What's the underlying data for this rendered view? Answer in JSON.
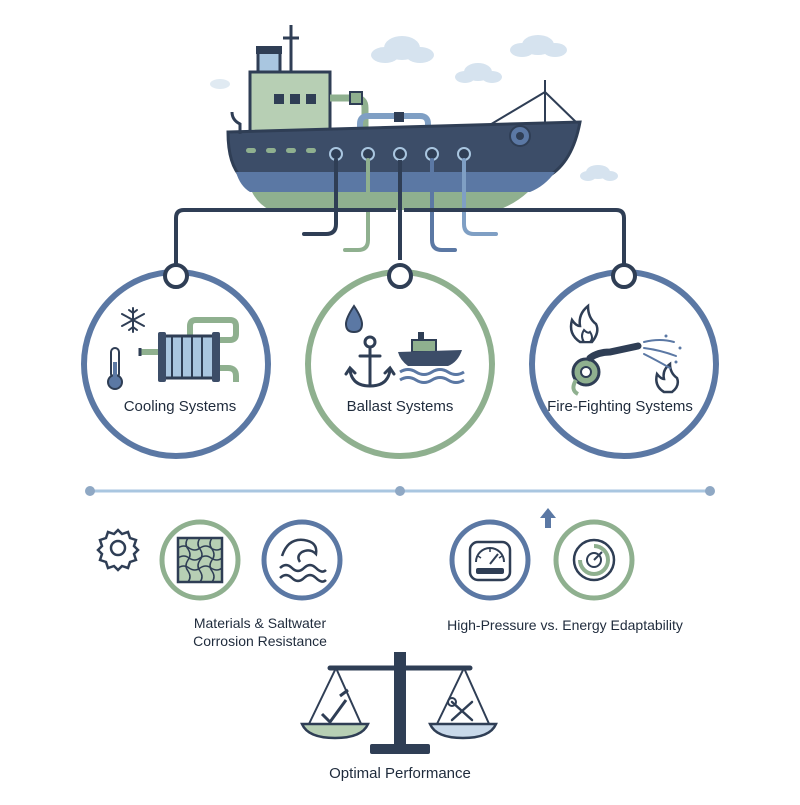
{
  "labels": {
    "cooling": "Cooling Systems",
    "ballast": "Ballast Systems",
    "fire": "Fire-Fighting Systems",
    "materials_line1": "Materials & Saltwater",
    "materials_line2": "Corrosion Resistance",
    "high_pressure": "High-Pressure vs. Energy Edaptability",
    "optimal": "Optimal Performance"
  },
  "icons": {
    "ship": "ship-icon",
    "cooling": [
      "snowflake-icon",
      "thermometer-icon",
      "heat-exchanger-icon"
    ],
    "ballast": [
      "water-drop-icon",
      "anchor-icon",
      "small-boat-icon"
    ],
    "fire": [
      "flame-icon",
      "fire-hose-icon"
    ],
    "factors": [
      "gear-icon",
      "corrosion-mesh-icon",
      "wave-icon",
      "arrow-up-icon",
      "pressure-gauge-icon",
      "energy-dial-icon"
    ],
    "balance": "balance-scale-icon"
  },
  "colors": {
    "navy": "#2f3e55",
    "blue_gray": "#5b78a4",
    "sage": "#8fb08f",
    "pale_blue": "#a9c6e0",
    "light_sage": "#cfe0cc",
    "text": "#1f2b3c"
  }
}
